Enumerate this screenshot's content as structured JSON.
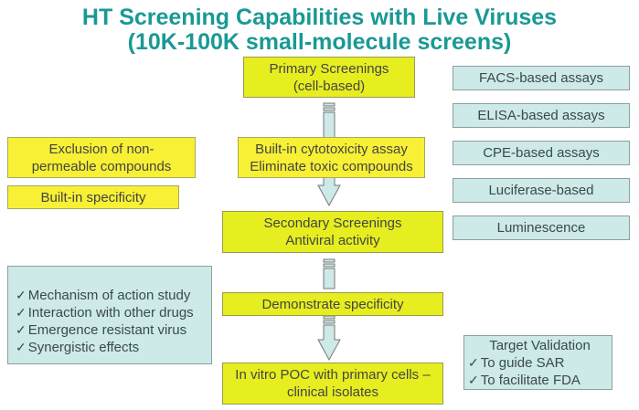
{
  "title": {
    "line1": "HT Screening Capabilities with Live Viruses",
    "line2": "(10K-100K small-molecule screens)"
  },
  "flow": {
    "primary": {
      "line1": "Primary Screenings",
      "line2": "(cell-based)"
    },
    "cytotox": {
      "line1": "Built-in cytotoxicity assay",
      "line2": "Eliminate toxic compounds"
    },
    "secondary": {
      "line1": "Secondary Screenings",
      "line2": "Antiviral activity"
    },
    "specificity": {
      "line1": "Demonstrate specificity"
    },
    "poc": {
      "line1": "In vitro POC with primary cells –",
      "line2": "clinical isolates"
    }
  },
  "left": {
    "exclusion": {
      "line1": "Exclusion of non-",
      "line2": "permeable compounds"
    },
    "builtin": {
      "line1": "Built-in specificity"
    },
    "studies": {
      "check_glyph": "✓",
      "items": [
        "Mechanism of action study",
        "Interaction with other drugs",
        "Emergence resistant virus",
        "Synergistic effects"
      ]
    }
  },
  "assays": [
    "FACS-based assays",
    "ELISA-based assays",
    "CPE-based assays",
    "Luciferase-based",
    "Luminescence"
  ],
  "target": {
    "heading": "Target Validation",
    "check_glyph": "✓",
    "items": [
      "To guide SAR",
      "To facilitate FDA"
    ]
  },
  "colors": {
    "title": "#1a9994",
    "flow_yellow": "#e6ee1f",
    "side_yellow": "#f7f035",
    "blue_box": "#cde9e8"
  }
}
